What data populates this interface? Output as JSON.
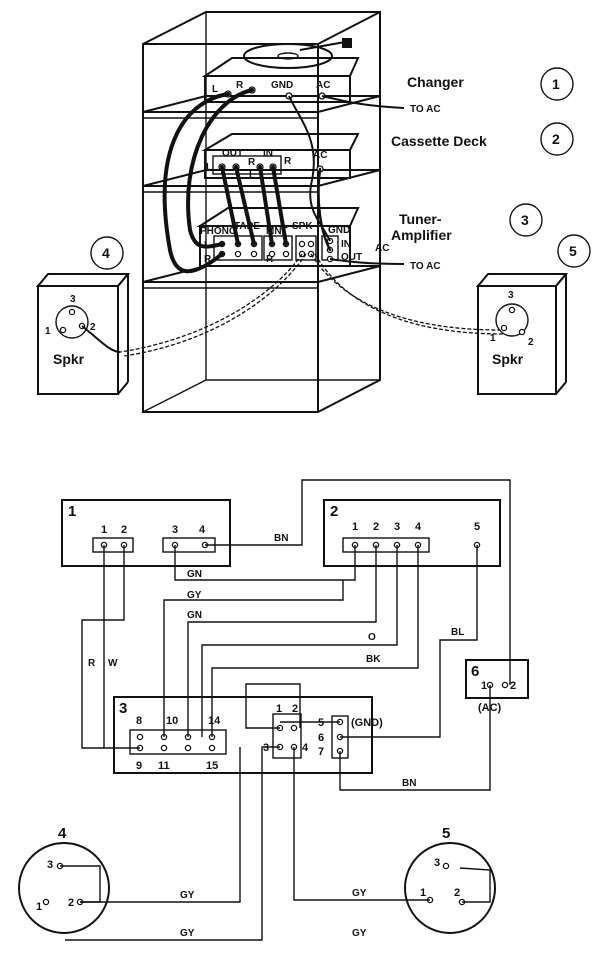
{
  "pictorial": {
    "components": [
      {
        "name": "Changer",
        "number": "1"
      },
      {
        "name": "Cassette Deck",
        "number": "2"
      },
      {
        "name": "Tuner-\nAmplifier",
        "number": "3"
      },
      {
        "name": "Spkr",
        "number": "4"
      },
      {
        "name": "Spkr",
        "number": "5"
      }
    ],
    "changer_labels": {
      "left": "L",
      "right": "R",
      "gnd": "GND",
      "ac": "AC",
      "to_ac": "TO AC"
    },
    "cassette_labels": {
      "out": "OUT",
      "in": "IN",
      "l": "L",
      "r1": "R",
      "l2": "L",
      "r2": "R",
      "ac": "AC"
    },
    "tuner_labels": {
      "phono": "PHONO",
      "tape": "TAPE",
      "mnt": "MNT",
      "spk": "SPK",
      "gnd": "GND",
      "in": "IN",
      "out": "OUT",
      "ac": "AC",
      "l": "L",
      "r": "R",
      "r2": "R",
      "to_ac": "TO AC"
    },
    "speaker_terminals": {
      "t1": "1",
      "t2": "2",
      "t3": "3"
    }
  },
  "schematic": {
    "boxes": [
      {
        "id": "1",
        "terminals": [
          "1",
          "2",
          "3",
          "4"
        ]
      },
      {
        "id": "2",
        "terminals": [
          "1",
          "2",
          "3",
          "4",
          "5"
        ]
      },
      {
        "id": "3",
        "terminals": [
          "8",
          "10",
          "14",
          "9",
          "11",
          "15",
          "1",
          "2",
          "3",
          "4",
          "5",
          "6",
          "7"
        ],
        "gnd_label": "(GND)"
      },
      {
        "id": "6",
        "terminals": [
          "1",
          "2"
        ],
        "ac_label": "(AC)"
      },
      {
        "id": "4",
        "terminals": [
          "1",
          "2",
          "3"
        ]
      },
      {
        "id": "5",
        "terminals": [
          "1",
          "2",
          "3"
        ]
      }
    ],
    "wire_labels": [
      "BN",
      "GN",
      "GY",
      "GN",
      "O",
      "BK",
      "BL",
      "R",
      "W",
      "BN",
      "GY",
      "GY",
      "GY",
      "GY"
    ]
  }
}
